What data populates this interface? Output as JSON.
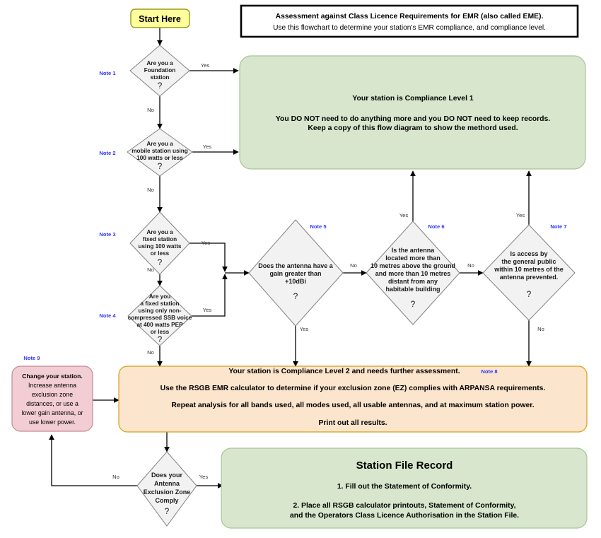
{
  "diagram": {
    "title": "EMR Class Licence Compliance Assessment Flowchart",
    "colors": {
      "start_fill": "#fefd9b",
      "start_stroke": "#9a9a23",
      "diamond_fill": "#f2f2f2",
      "diamond_stroke": "#808080",
      "green_fill": "#d7e6cc",
      "green_stroke": "#a8c49a",
      "orange_fill": "#fce5cd",
      "orange_stroke": "#d4a017",
      "pink_fill": "#f2cdd3",
      "pink_stroke": "#c48a96",
      "note_text": "#3333ff",
      "connector": "#000000"
    }
  },
  "header": {
    "line1": "Assessment against Class Licence Requirements for EMR (also called EME).",
    "line2": "Use this flowchart to determine your station's EMR compliance, and compliance level."
  },
  "start": {
    "label": "Start Here"
  },
  "notes": {
    "n1": "Note 1",
    "n2": "Note 2",
    "n3": "Note 3",
    "n4": "Note 4",
    "n5": "Note 5",
    "n6": "Note 6",
    "n7": "Note 7",
    "n8": "Note 8",
    "n9": "Note 9"
  },
  "edges": {
    "yes": "Yes",
    "no": "No",
    "d1_yes": "Yes",
    "d1_no": "No",
    "d2_yes": "Yes",
    "d2_no": "No",
    "d3_yes": "Yes",
    "d3_no": "No",
    "d4_yes": "Yes",
    "d4_no": "No",
    "d5_yes": "Yes",
    "d5_no": "No",
    "d6_yes": "Yes",
    "d6_no": "No",
    "d7_yes": "Yes",
    "d7_no": "No",
    "d8_yes": "Yes",
    "d8_no": "No"
  },
  "decisions": {
    "d1": {
      "lines": [
        "Are you a",
        "Foundation",
        "station"
      ],
      "mark": "?"
    },
    "d2": {
      "lines": [
        "Are you a",
        "mobile station using",
        "100 watts or less"
      ],
      "mark": "?"
    },
    "d3": {
      "lines": [
        "Are you a",
        "fixed station",
        "using 100 watts",
        "or less"
      ],
      "mark": "?"
    },
    "d4": {
      "lines": [
        "Are you",
        "a fixed station",
        "using only non-",
        "compressed SSB voice",
        "at 400 watts PEP",
        "or less"
      ],
      "mark": "?"
    },
    "d5": {
      "lines": [
        "Does the antenna have a",
        "gain greater than",
        "+10dBi"
      ],
      "mark": "?"
    },
    "d6": {
      "lines": [
        "Is the antenna",
        "located more than",
        "10 metres above the ground",
        "and more than 10 metres",
        "distant from any",
        "habitable building"
      ],
      "mark": "?"
    },
    "d7": {
      "lines": [
        "Is access by",
        "the general public",
        "within 10 metres of the",
        "antenna prevented."
      ],
      "mark": "?"
    },
    "d8": {
      "lines": [
        "Does your",
        "Antenna",
        "Exclusion Zone",
        "Comply"
      ],
      "mark": "?"
    }
  },
  "level1_box": {
    "title": "Your station is Compliance Level 1",
    "line1": "You DO NOT need to do anything more and you DO NOT need to keep records.",
    "line2": "Keep a copy of this flow diagram to show the methord used."
  },
  "level2_box": {
    "line1": "Your station is Compliance Level 2 and needs further assessment.",
    "line2": "Use the RSGB EMR calculator to determine if your exclusion zone (EZ) complies with ARPANSA requirements.",
    "line3": "Repeat analysis for all bands used, all modes used, all usable antennas, and at maximum station power.",
    "line4": "Print out all results."
  },
  "change_box": {
    "line1": "Change your station.",
    "line2": "Increase antenna",
    "line3": "exclusion zone",
    "line4": "distances, or use a",
    "line5": "lower gain antenna, or",
    "line6": "use lower power."
  },
  "station_file_box": {
    "title": "Station File Record",
    "item1": "1. Fill out the Statement of Conformity.",
    "item2a": "2. Place all RSGB calculator printouts, Statement of Conformity,",
    "item2b": "and the Operators Class Licence Authorisation in the Station File."
  }
}
